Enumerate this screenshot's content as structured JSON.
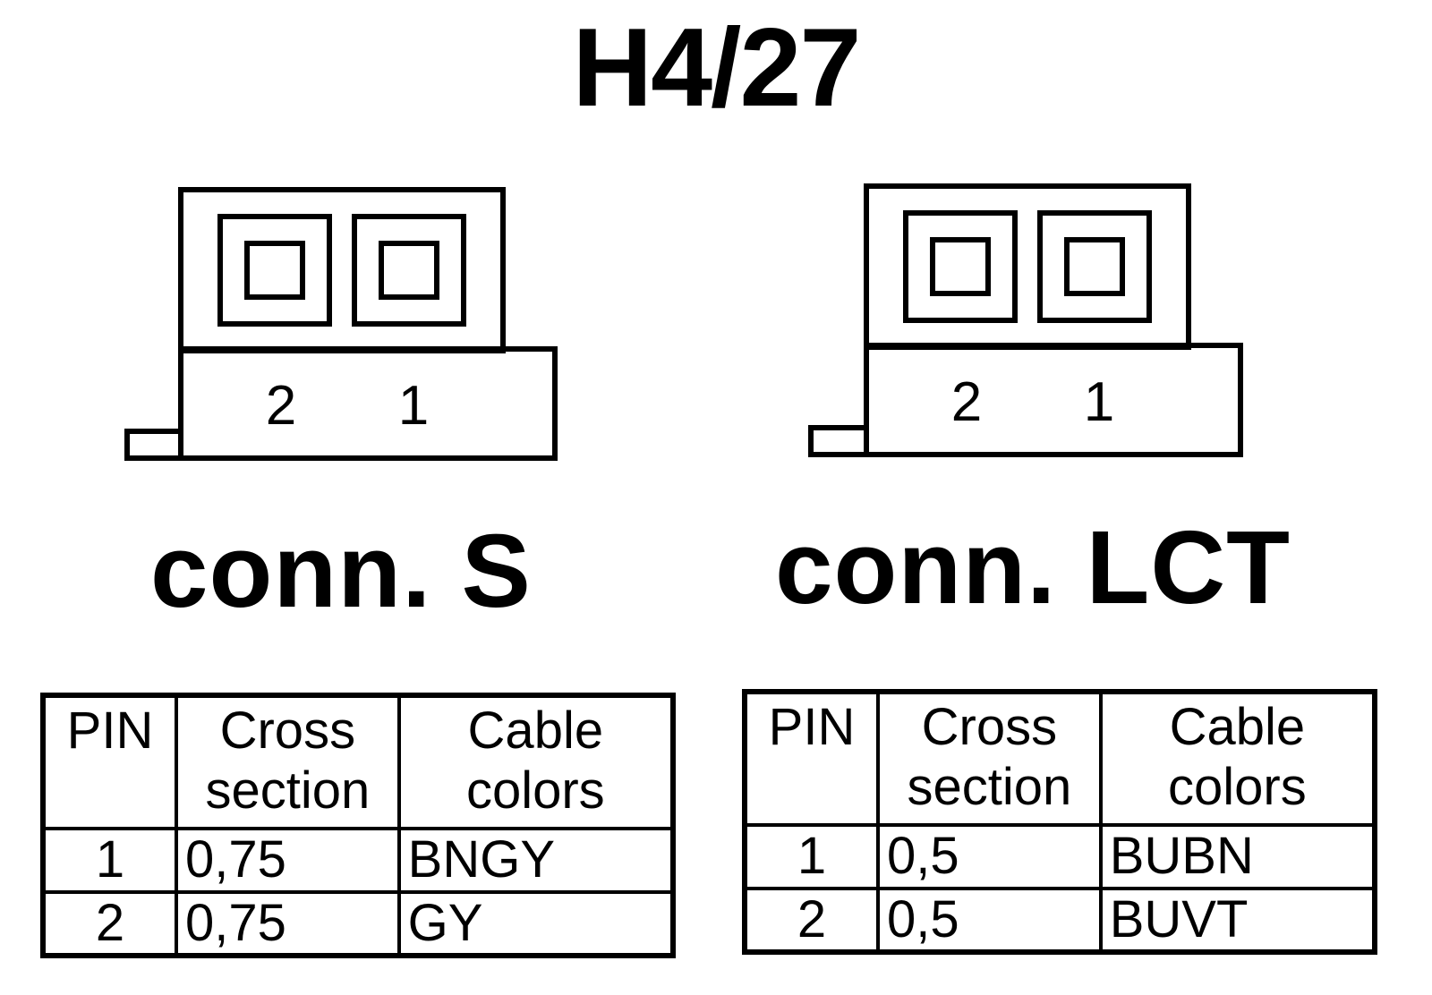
{
  "title": "H4/27",
  "connectors": [
    {
      "label": "conn. S",
      "pin_labels": [
        "2",
        "1"
      ],
      "table": {
        "headers": {
          "pin": "PIN",
          "cross_section": [
            "Cross",
            "section"
          ],
          "cable_colors": [
            "Cable",
            "colors"
          ]
        },
        "rows": [
          {
            "pin": "1",
            "cross_section": "0,75",
            "color": "BNGY"
          },
          {
            "pin": "2",
            "cross_section": "0,75",
            "color": "GY"
          }
        ]
      }
    },
    {
      "label": "conn. LCT",
      "pin_labels": [
        "2",
        "1"
      ],
      "table": {
        "headers": {
          "pin": "PIN",
          "cross_section": [
            "Cross",
            "section"
          ],
          "cable_colors": [
            "Cable",
            "colors"
          ]
        },
        "rows": [
          {
            "pin": "1",
            "cross_section": "0,5",
            "color": "BUBN"
          },
          {
            "pin": "2",
            "cross_section": "0,5",
            "color": "BUVT"
          }
        ]
      }
    }
  ]
}
